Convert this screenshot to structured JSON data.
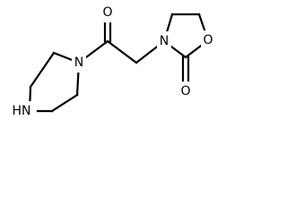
{
  "molecule": {
    "atoms": {
      "nh": "HN",
      "n_piperazine": "N",
      "o_carbonyl": "O",
      "n_oxazolidinone": "N",
      "o_ring": "O",
      "o_ring_carbonyl": "O"
    },
    "colors": {
      "bond": "#000000",
      "text": "#000000",
      "background": "#ffffff"
    }
  }
}
